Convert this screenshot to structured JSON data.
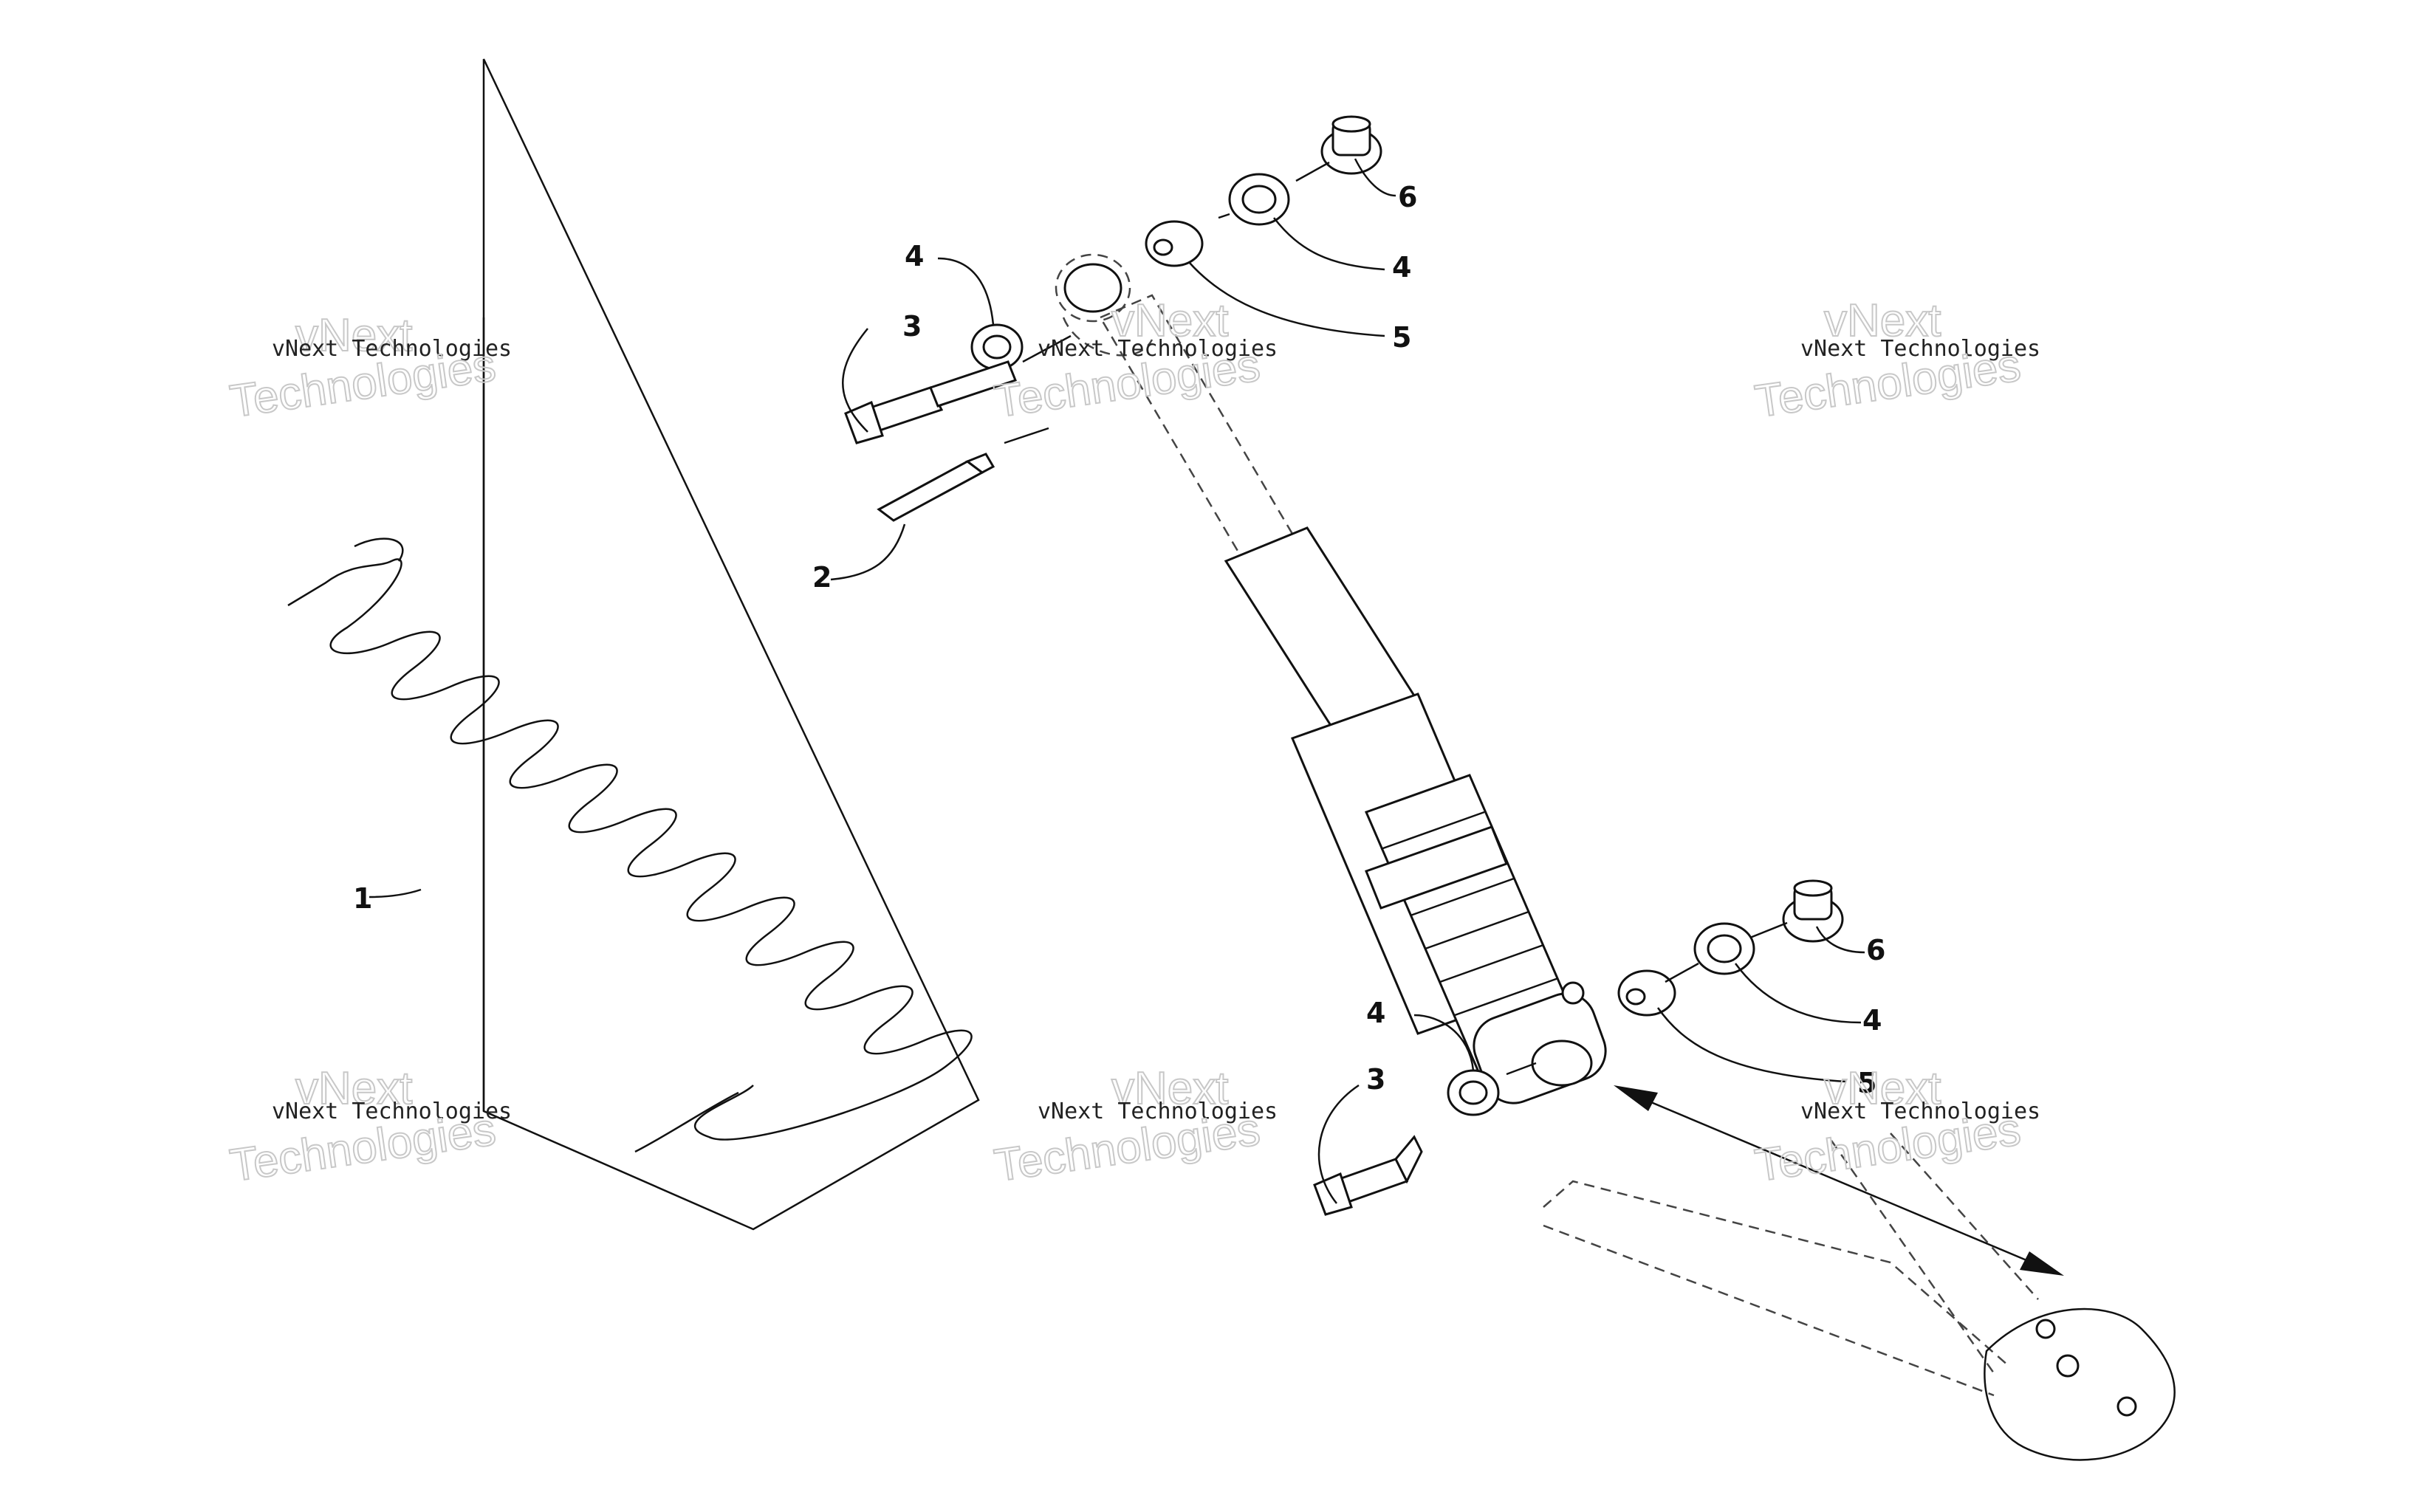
{
  "callouts": {
    "c1": "1",
    "c2": "2",
    "c3_top": "3",
    "c4_top_left": "4",
    "c6_top": "6",
    "c4_top_right": "4",
    "c5_top": "5",
    "c4_bottom_left": "4",
    "c3_bottom": "3",
    "c6_bottom": "6",
    "c4_bottom_right": "4",
    "c5_bottom": "5"
  },
  "watermark": {
    "line1": "vNext Technologies",
    "line2": "vNext",
    "line3": "Technologies"
  }
}
